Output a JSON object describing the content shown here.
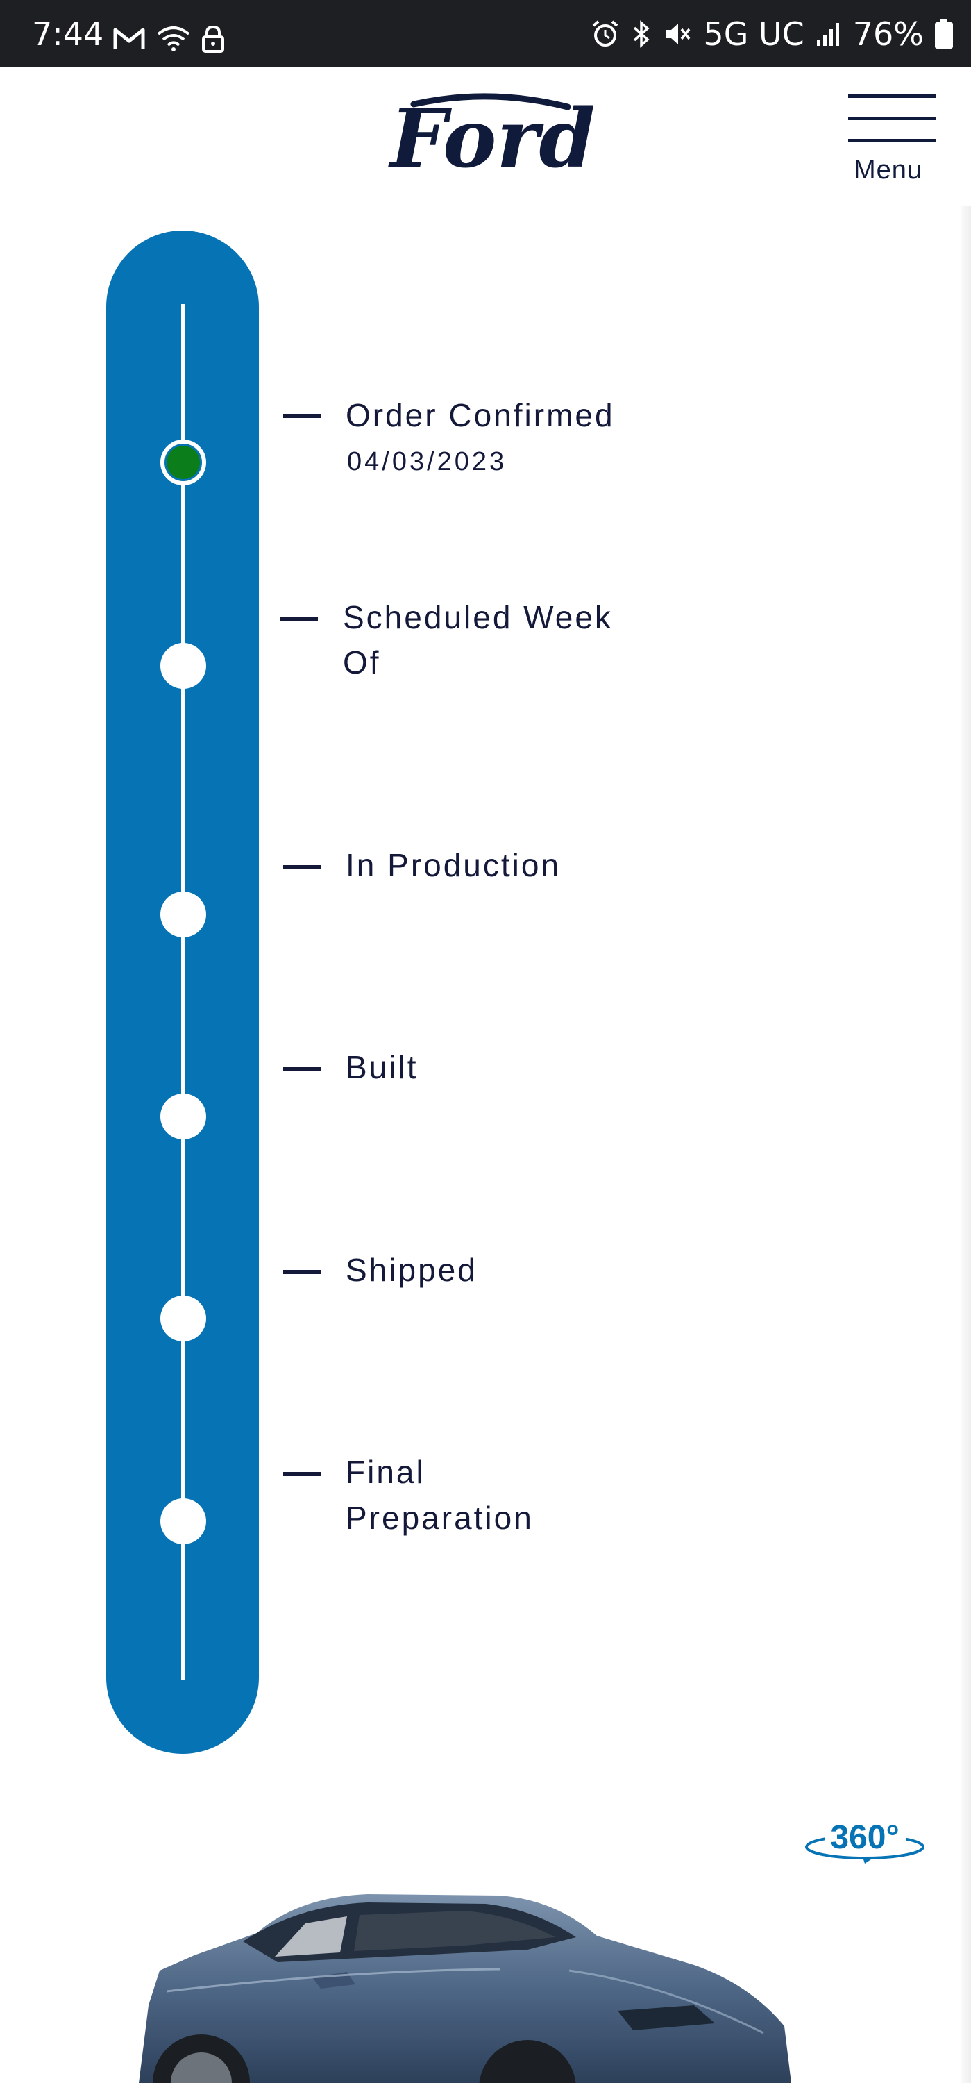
{
  "status_bar": {
    "time": "7:44",
    "network": "5G UC",
    "battery": "76%"
  },
  "header": {
    "logo_text": "Ford",
    "menu_label": "Menu"
  },
  "tracker": {
    "steps": [
      {
        "label_line1": "Order Confirmed",
        "label_line2": "",
        "date": "04/03/2023",
        "status": "complete"
      },
      {
        "label_line1": "Scheduled Week",
        "label_line2": "Of",
        "date": "",
        "status": "pending"
      },
      {
        "label_line1": "In Production",
        "label_line2": "",
        "date": "",
        "status": "pending"
      },
      {
        "label_line1": "Built",
        "label_line2": "",
        "date": "",
        "status": "pending"
      },
      {
        "label_line1": "Shipped",
        "label_line2": "",
        "date": "",
        "status": "pending"
      },
      {
        "label_line1": "Final",
        "label_line2": "Preparation",
        "date": "",
        "status": "pending"
      }
    ]
  },
  "viewer": {
    "badge_label": "360°"
  },
  "colors": {
    "track_blue": "#0673b5",
    "complete_green": "#0b7d1b",
    "ford_navy": "#101a3a"
  }
}
